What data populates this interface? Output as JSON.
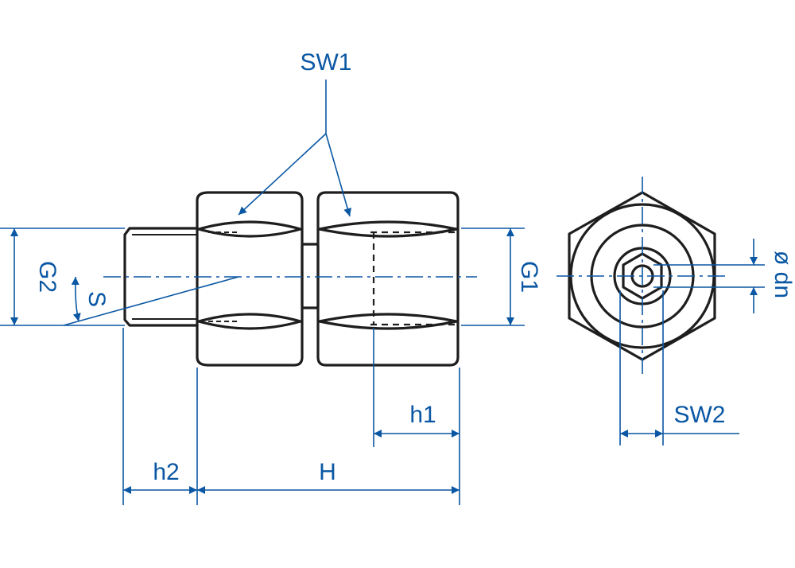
{
  "labels": {
    "sw1": "SW1",
    "sw2": "SW2",
    "g1": "G1",
    "g2": "G2",
    "s": "S",
    "dn": "ø dn",
    "h1": "h1",
    "h2": "h2",
    "h": "H"
  },
  "colors": {
    "dimension": "#0a57a4",
    "outline": "#1e1e1e"
  }
}
